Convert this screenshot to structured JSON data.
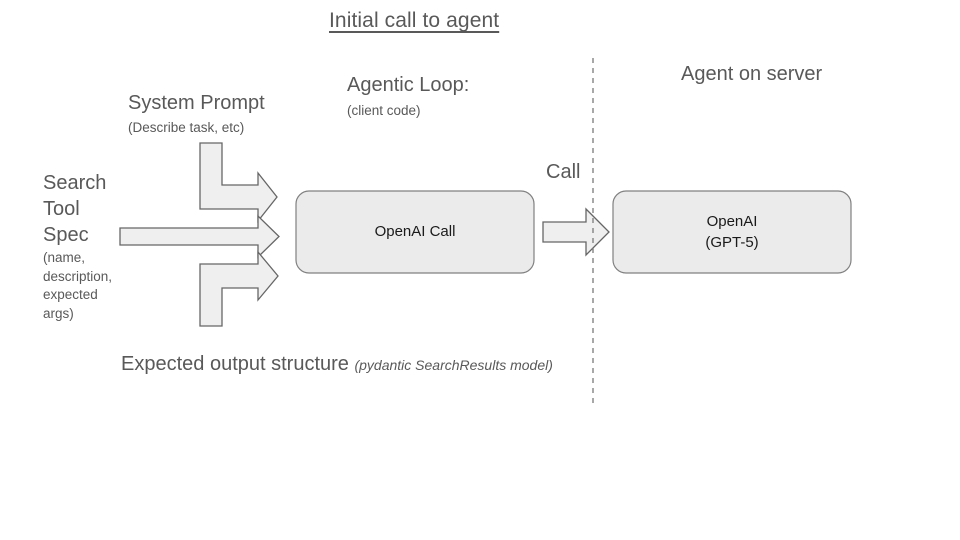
{
  "diagram": {
    "title": "Initial call to agent",
    "colors": {
      "text": "#595959",
      "box_fill": "#ebebeb",
      "box_stroke": "#808080",
      "arrow_fill": "#efefef",
      "arrow_stroke": "#666666",
      "divider": "#7a7a7a",
      "background": "#ffffff"
    }
  },
  "inputs": {
    "system_prompt": {
      "label": "System Prompt",
      "sub": "(Describe task, etc)"
    },
    "search_tool_spec": {
      "label": "Search\nTool\nSpec",
      "sub": "(name,\ndescription,\nexpected\nargs)"
    },
    "expected_output": {
      "label": "Expected output structure",
      "sub": "(pydantic SearchResults model)"
    }
  },
  "client": {
    "heading": "Agentic Loop:",
    "sub": "(client code)",
    "box_label": "OpenAI Call"
  },
  "server": {
    "heading": "Agent on server",
    "box_label": "OpenAI\n(GPT-5)"
  },
  "connector": {
    "call_label": "Call"
  }
}
